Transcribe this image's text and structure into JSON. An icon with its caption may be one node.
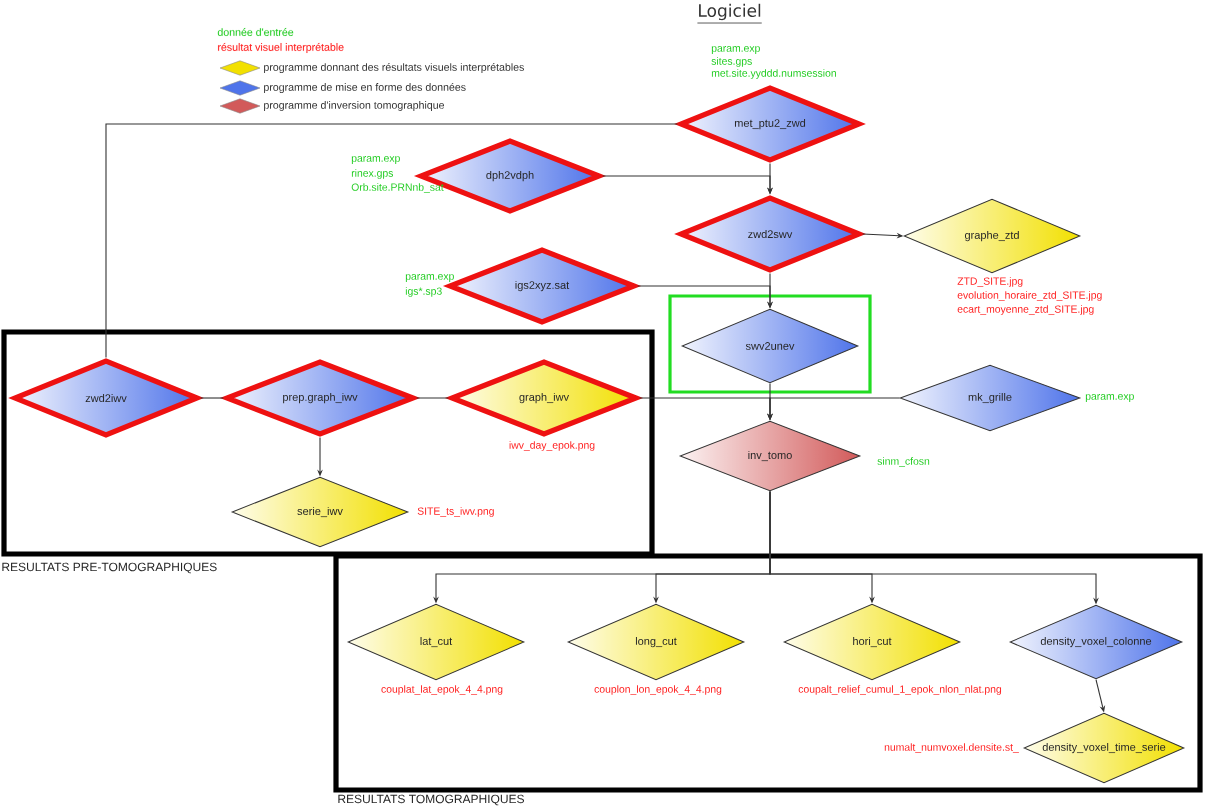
{
  "diagram": {
    "title": "Logiciel",
    "nodes": [
      {
        "text": [
          "met_ptu2_zwd"
        ],
        "beside": [
          "param.exp",
          "sites.gps",
          "met.site.yyddd.numsession"
        ]
      },
      {
        "text": [
          "dph2vdph"
        ],
        "beside": [
          "param.exp",
          "rinex.gps",
          "Orb.site.PRNnb_sat"
        ]
      },
      {
        "text": [
          "zwd2swv"
        ]
      },
      {
        "text": [
          "graphe_ztd"
        ],
        "beside": [
          "ZTD_SITE.jpg",
          "evolution_horaire_ztd_SITE.jpg",
          "ecart_moyenne_ztd_SITE.jpg"
        ]
      },
      {
        "text": [
          "igs2xyz.sat"
        ],
        "beside": [
          "param.exp",
          "igs*.sp3"
        ]
      },
      {
        "text": [],
        "shape": "box"
      },
      {
        "text": [
          "swv2unev"
        ],
        "in": 5
      },
      {
        "text": [
          "RESULTATS PRE-TOMOGRAPHIQUES"
        ]
      },
      {
        "text": [
          "zwd2iwv"
        ],
        "in": 7
      },
      {
        "text": [
          "prep.graph_iwv"
        ],
        "in": 7
      },
      {
        "text": [
          "graph_iwv"
        ],
        "in": 7,
        "beside": [
          "iwv_day_epok.png"
        ]
      },
      {
        "text": [
          "serie_iwv"
        ],
        "in": 7,
        "beside": [
          "SITE_ts_iwv.png"
        ]
      },
      {
        "text": [
          "mk_grille"
        ],
        "beside": [
          "param.exp"
        ]
      },
      {
        "text": [
          "inv_tomo"
        ],
        "beside": [
          "sinm_cfosn"
        ]
      },
      {
        "text": [
          "RESULTATS TOMOGRAPHIQUES"
        ]
      },
      {
        "text": [
          "lat_cut"
        ],
        "in": 14,
        "beside": [
          "couplat_lat_epok_4_4.png"
        ]
      },
      {
        "text": [
          "long_cut"
        ],
        "in": 14,
        "beside": [
          "couplon_lon_epok_4_4.png"
        ]
      },
      {
        "text": [
          "hori_cut"
        ],
        "in": 14,
        "beside": [
          "coupalt_relief_cumul_1_epok_nlon_nlat.png"
        ]
      },
      {
        "text": [
          "density_voxel_colonne"
        ],
        "in": 14
      },
      {
        "text": [
          "density_voxel_time_serie"
        ],
        "in": 14,
        "beside": [
          "numalt_numvoxel.densite.st_"
        ]
      }
    ],
    "edges": [
      {
        "from": 0,
        "to": 8,
        "arrow": "none"
      },
      {
        "from": 0,
        "to": 2,
        "arrow": "to"
      },
      {
        "from": 1,
        "to": 2,
        "arrow": "to"
      },
      {
        "from": 2,
        "to": 3,
        "arrow": "to"
      },
      {
        "from": 2,
        "to": 6,
        "arrow": "to"
      },
      {
        "from": 4,
        "to": 6,
        "arrow": "to"
      },
      {
        "from": 8,
        "to": 9,
        "arrow": "none"
      },
      {
        "from": 9,
        "to": 10,
        "arrow": "none"
      },
      {
        "from": 9,
        "to": 11,
        "arrow": "to"
      },
      {
        "from": 6,
        "to": 13,
        "arrow": "to"
      },
      {
        "from": 10,
        "to": 13,
        "arrow": "to"
      },
      {
        "from": 12,
        "to": 13,
        "arrow": "to"
      },
      {
        "from": 13,
        "to": 15,
        "arrow": "to"
      },
      {
        "from": 13,
        "to": 16,
        "arrow": "to"
      },
      {
        "from": 13,
        "to": 17,
        "arrow": "to"
      },
      {
        "from": 13,
        "to": 18,
        "arrow": "to"
      },
      {
        "from": 18,
        "to": 19,
        "arrow": "to"
      }
    ],
    "legend": [
      {
        "text": "donnée d'entrée",
        "color": "#22cc22"
      },
      {
        "text": "résultat visuel interprétable",
        "color": "#ff2222"
      },
      {
        "text": "programme donnant des résultats visuels interprétables",
        "color": "#f2e000"
      },
      {
        "text": "programme de mise en forme des données",
        "color": "#4f74ea"
      },
      {
        "text": "programme d'inversion tomographique",
        "color": "#d25a5a"
      }
    ]
  }
}
